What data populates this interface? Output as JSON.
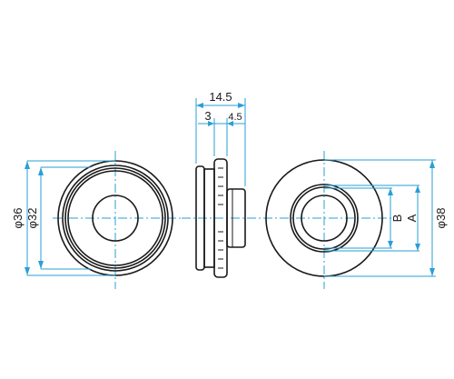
{
  "dimensions": {
    "overall_width": "14.5",
    "flange_width": "3",
    "boss_width": "4.5",
    "outer_diameter_front": "φ36",
    "inner_diameter_front": "φ32",
    "outer_diameter_back": "φ38",
    "label_a": "A",
    "label_b": "B"
  },
  "colors": {
    "dimension_line": "#2a9fd6",
    "outline": "#1a1a1a"
  }
}
